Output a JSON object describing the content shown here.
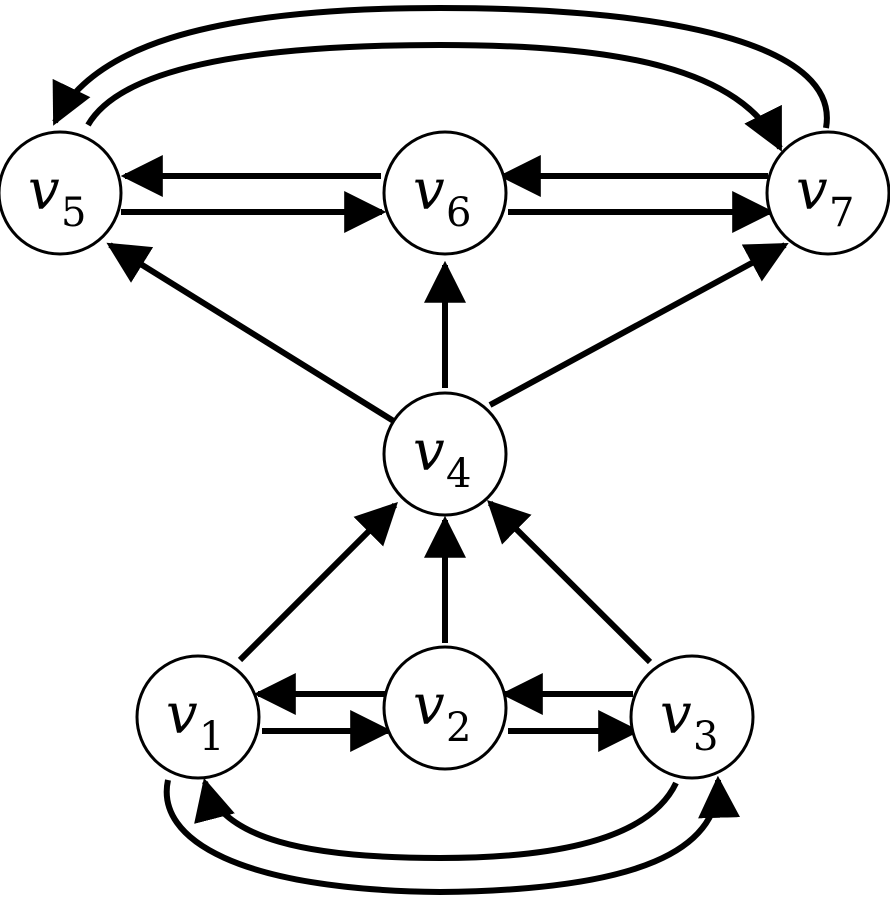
{
  "diagram": {
    "type": "directed-graph",
    "nodes": [
      {
        "id": "v1",
        "label": "v",
        "subscript": "1"
      },
      {
        "id": "v2",
        "label": "v",
        "subscript": "2"
      },
      {
        "id": "v3",
        "label": "v",
        "subscript": "3"
      },
      {
        "id": "v4",
        "label": "v",
        "subscript": "4"
      },
      {
        "id": "v5",
        "label": "v",
        "subscript": "5"
      },
      {
        "id": "v6",
        "label": "v",
        "subscript": "6"
      },
      {
        "id": "v7",
        "label": "v",
        "subscript": "7"
      }
    ],
    "edges": [
      {
        "from": "v1",
        "to": "v4"
      },
      {
        "from": "v2",
        "to": "v4"
      },
      {
        "from": "v3",
        "to": "v4"
      },
      {
        "from": "v2",
        "to": "v1"
      },
      {
        "from": "v1",
        "to": "v2"
      },
      {
        "from": "v3",
        "to": "v2"
      },
      {
        "from": "v2",
        "to": "v3"
      },
      {
        "from": "v1",
        "to": "v3"
      },
      {
        "from": "v3",
        "to": "v1"
      },
      {
        "from": "v4",
        "to": "v5"
      },
      {
        "from": "v4",
        "to": "v6"
      },
      {
        "from": "v4",
        "to": "v7"
      },
      {
        "from": "v6",
        "to": "v5"
      },
      {
        "from": "v5",
        "to": "v6"
      },
      {
        "from": "v7",
        "to": "v6"
      },
      {
        "from": "v6",
        "to": "v7"
      },
      {
        "from": "v7",
        "to": "v5"
      },
      {
        "from": "v5",
        "to": "v7"
      }
    ]
  }
}
